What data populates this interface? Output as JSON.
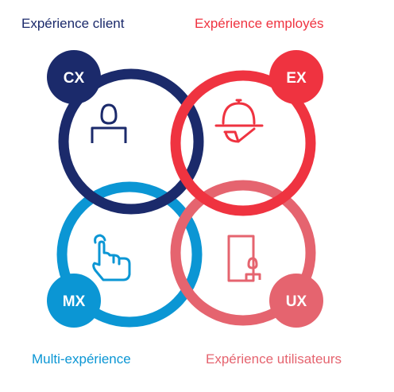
{
  "colors": {
    "cx": "#1b2a6b",
    "ex": "#ef3340",
    "mx": "#0b96d4",
    "ux": "#e5646f"
  },
  "circles": {
    "cx": {
      "title": "Expérience client",
      "badge": "CX",
      "icon": "person-icon"
    },
    "ex": {
      "title": "Expérience employés",
      "badge": "EX",
      "icon": "serving-cloche-icon"
    },
    "mx": {
      "title": "Multi-expérience",
      "badge": "MX",
      "icon": "tap-hand-icon"
    },
    "ux": {
      "title": "Expérience utilisateurs",
      "badge": "UX",
      "icon": "phone-user-icon"
    }
  }
}
